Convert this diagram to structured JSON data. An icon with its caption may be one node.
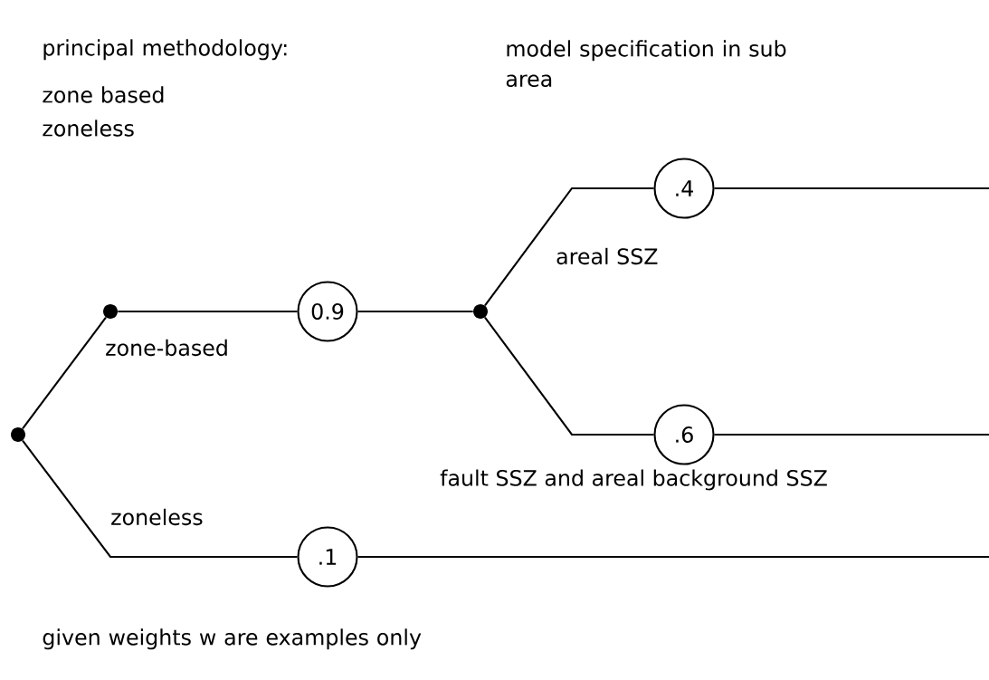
{
  "diagram": {
    "nodes": [
      {
        "text": [],
        "shape": "circle"
      },
      {
        "text": [],
        "shape": "circle"
      },
      {
        "text": [
          "0.9"
        ]
      },
      {
        "text": [],
        "shape": "circle"
      },
      {
        "text": [
          ".4"
        ]
      },
      {
        "text": [
          ".6"
        ]
      },
      {
        "text": [
          ".1"
        ]
      }
    ],
    "edges": [
      {
        "from": 0,
        "to": 1,
        "arrow": "none"
      },
      {
        "from": 0,
        "to": 6,
        "arrow": "none",
        "label": "zoneless"
      },
      {
        "from": 1,
        "to": 2,
        "arrow": "none",
        "label": "zone-based"
      },
      {
        "from": 2,
        "to": 3,
        "arrow": "none"
      },
      {
        "from": 3,
        "to": 4,
        "arrow": "none",
        "label": "areal SSZ"
      },
      {
        "from": 3,
        "to": 5,
        "arrow": "none",
        "label": "fault SSZ and areal background SSZ"
      },
      {
        "from": 4,
        "to": null,
        "arrow": "none"
      },
      {
        "from": 5,
        "to": null,
        "arrow": "none"
      },
      {
        "from": 6,
        "to": null,
        "arrow": "none"
      }
    ],
    "labels": [
      "principal methodology:",
      "zone based",
      "zoneless",
      "model specification in sub area",
      "given weights w are examples only"
    ]
  }
}
